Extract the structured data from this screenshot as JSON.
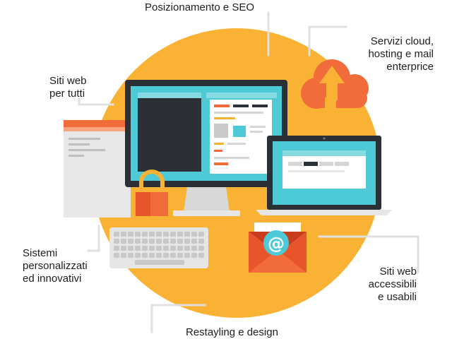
{
  "labels": {
    "seo": "Posizionamento e SEO",
    "cloud": [
      "Servizi cloud,",
      "hosting e mail",
      "enterprice"
    ],
    "siti_web": [
      "Siti web",
      "per tutti"
    ],
    "sistemi": [
      "Sistemi",
      "personalizzati",
      "ed innovativi"
    ],
    "accessibili": [
      "Siti web",
      "accessibili",
      "e usabili"
    ],
    "restyling": "Restayling e design"
  },
  "email_symbol": "@",
  "colors": {
    "circle": "#f9b233",
    "cloud": "#f26b3a",
    "envelope": "#e8542c",
    "screen_teal": "#4ecad6",
    "monitor_frame": "#2b2f36",
    "connector_line": "#e0e0e0",
    "text": "#1e1e1e"
  },
  "icons": [
    "monitor-icon",
    "laptop-icon",
    "cloud-upload-download-icon",
    "padlock-icon",
    "keyboard-icon",
    "email-envelope-icon",
    "browser-window-icon"
  ]
}
